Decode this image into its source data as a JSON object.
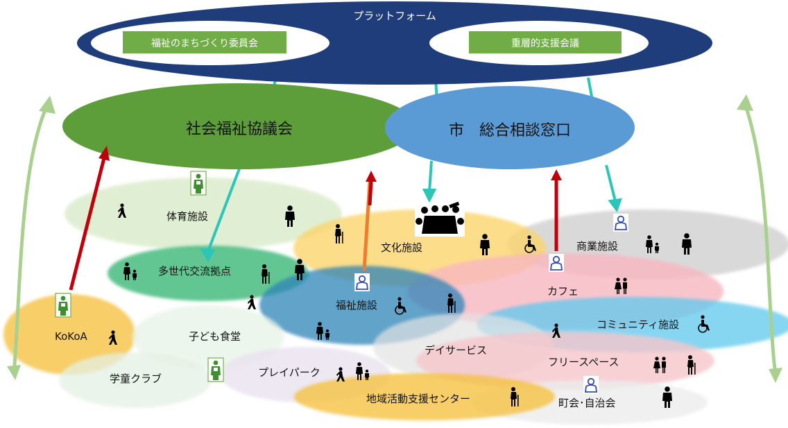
{
  "platform": {
    "title": "プラットフォーム",
    "left_box": "福祉のまちづくり委員会",
    "right_box": "重層的支援会議"
  },
  "hubs": {
    "council": "社会福祉協議会",
    "city_desk": "市　総合相談窓口"
  },
  "facilities": {
    "gym": "体育施設",
    "culture": "文化施設",
    "commerce": "商業施設",
    "multigen": "多世代交流拠点",
    "cafe": "カフェ",
    "welfare": "福祉施設",
    "community": "コミュニティ施設",
    "kokoa": "KoKoA",
    "kids_cafeteria": "子ども食堂",
    "day_service": "デイサービス",
    "free_space": "フリースペース",
    "after_school": "学童クラブ",
    "play_park": "プレイパーク",
    "activity_center": "地域活動支援センター",
    "town_assoc": "町会･自治会"
  },
  "colors": {
    "platform_navy": "#1f3d7a",
    "label_green": "#70ad47",
    "council_green": "#5e9e3a",
    "city_blue": "#5b9bd5",
    "connector_teal": "#2cc6b9",
    "up_arrow_red": "#c0000b",
    "up_arrow_orange": "#ed7d31",
    "side_arrow_green": "#a9d08e"
  }
}
